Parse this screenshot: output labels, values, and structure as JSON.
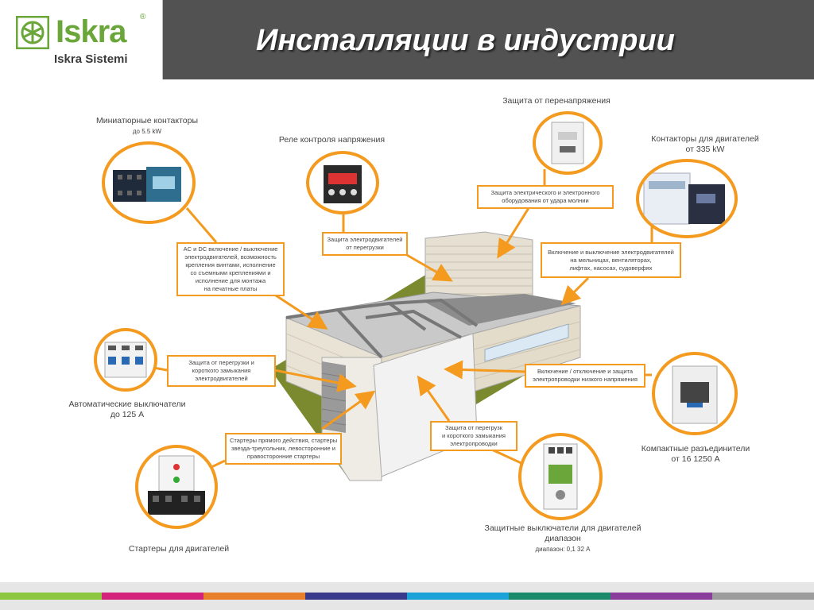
{
  "header": {
    "logo_text": "Iskra",
    "logo_reg": "®",
    "logo_sub": "Iskra Sistemi",
    "title": "Инсталляции в индустрии"
  },
  "products": {
    "mini_contactors": {
      "line1": "Миниатюрные контакторы",
      "line2": "до 5.5 kW"
    },
    "voltage_relay": {
      "line1": "Реле контроля напряжения"
    },
    "surge": {
      "line1": "Защита от перенапряжения"
    },
    "motor_contactors": {
      "line1": "Контакторы для двигателей",
      "line2": "от 335 kW"
    },
    "breakers": {
      "line1": "Автоматические выключатели",
      "line2": "до 125 A"
    },
    "disconnectors": {
      "line1": "Компактные разъединители",
      "line2": "от 16 1250 A"
    },
    "starters": {
      "line1": "Стартеры для двигателей"
    },
    "motor_breakers": {
      "line1": "Защитные выключатели для двигателей",
      "line2": "диапазон",
      "line3": "диапазон: 0,1 32 A"
    }
  },
  "callouts": {
    "acdc": [
      "AC и DC включение / выключение",
      "электродвигателей, возможность",
      "крепления винтами, исполнение",
      "со съемными креплениями и",
      "исполнение для монтажа",
      "на печатные платы"
    ],
    "overload": [
      "Защита электродвигателей",
      "от перегрузки"
    ],
    "lightning": [
      "Защита электрического и электронного",
      "оборудования от удара молнии"
    ],
    "switching": [
      "Включение и выключение электродвигателей",
      "на мельницах, вентиляторах,",
      "лифтах, насосах, судоверфях"
    ],
    "short_circuit": [
      "Защита от перегрузки и",
      "короткого замыкания",
      "электродвигателей"
    ],
    "low_voltage": [
      "Включение / отключение и защита",
      "электропроводки низкого напряжения"
    ],
    "wiring": [
      "Защита от перегрузк",
      "и короткого замыкания",
      "электропроводки"
    ],
    "starters_desc": [
      "Стартеры прямого действия, стартеры",
      "звезда-треугольник, левосторонние и",
      "правосторонние стартеры"
    ]
  },
  "colors": {
    "accent": "#f39a1f",
    "header_bg": "#525252",
    "brand": "#6aa63a"
  },
  "footer_stripe_colors": [
    "#8dc63f",
    "#d4237a",
    "#e87f2a",
    "#3a3a8c",
    "#1ba3d9",
    "#1a8a6b",
    "#8a3d9b",
    "#9c9c9c"
  ]
}
